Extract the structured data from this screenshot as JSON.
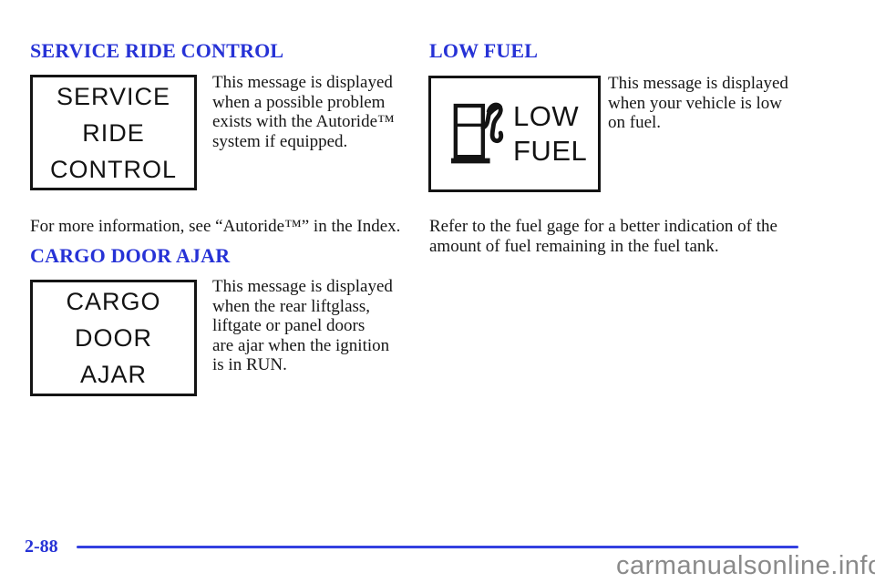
{
  "colors": {
    "heading_blue": "#2632d6",
    "rule_blue": "#3340e0",
    "text_black": "#161616",
    "watermark_gray": "#8a8a8a"
  },
  "sections": {
    "service_ride_control": {
      "heading": "SERVICE RIDE CONTROL",
      "display": "SERVICE\nRIDE\nCONTROL",
      "body": "This message is displayed\nwhen a possible problem\nexists with the Autoride™\nsystem if equipped.",
      "note": "For more information, see “Autoride™” in the Index."
    },
    "cargo_door_ajar": {
      "heading": "CARGO DOOR AJAR",
      "display": "CARGO\nDOOR\nAJAR",
      "body": "This message is displayed\nwhen the rear liftglass,\nliftgate or panel doors\nare ajar when the ignition\nis in RUN."
    },
    "low_fuel": {
      "heading": "LOW FUEL",
      "display": "LOW\nFUEL",
      "icon": "fuel-pump-icon",
      "body": "This message is displayed\nwhen your vehicle is low\non fuel.",
      "note": "Refer to the fuel gage for a better indication of the\namount of fuel remaining in the fuel tank."
    }
  },
  "footer": {
    "page_number": "2-88"
  },
  "watermark": {
    "text": "carmanualsonline.info"
  }
}
